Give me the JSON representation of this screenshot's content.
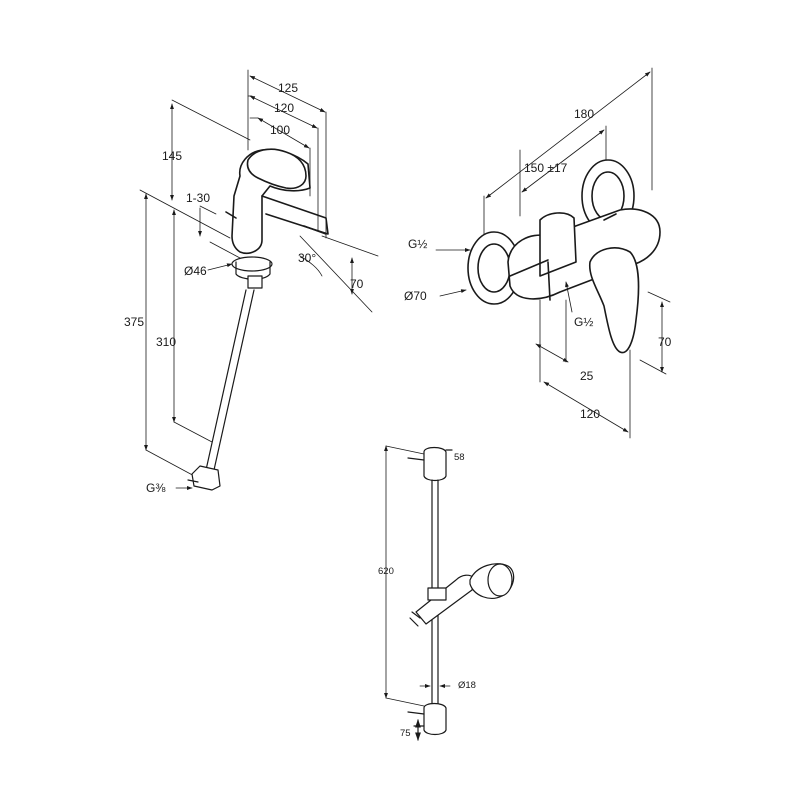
{
  "basin_mixer": {
    "dims": {
      "d125": "125",
      "d120": "120",
      "d100": "100",
      "d145": "145",
      "d1_30": "1-30",
      "d46": "Ø46",
      "d30deg": "30°",
      "d70": "70",
      "d375": "375",
      "d310": "310",
      "g38": "G⅜"
    }
  },
  "shower_mixer": {
    "dims": {
      "d180": "180",
      "d150": "150 ±17",
      "g12_left": "G½",
      "d70_dia": "Ø70",
      "g12_bottom": "G½",
      "d70": "70",
      "d25": "25",
      "d120": "120"
    }
  },
  "shower_rail": {
    "dims": {
      "d58": "58",
      "d620": "620",
      "d18": "Ø18",
      "d75": "75"
    }
  }
}
